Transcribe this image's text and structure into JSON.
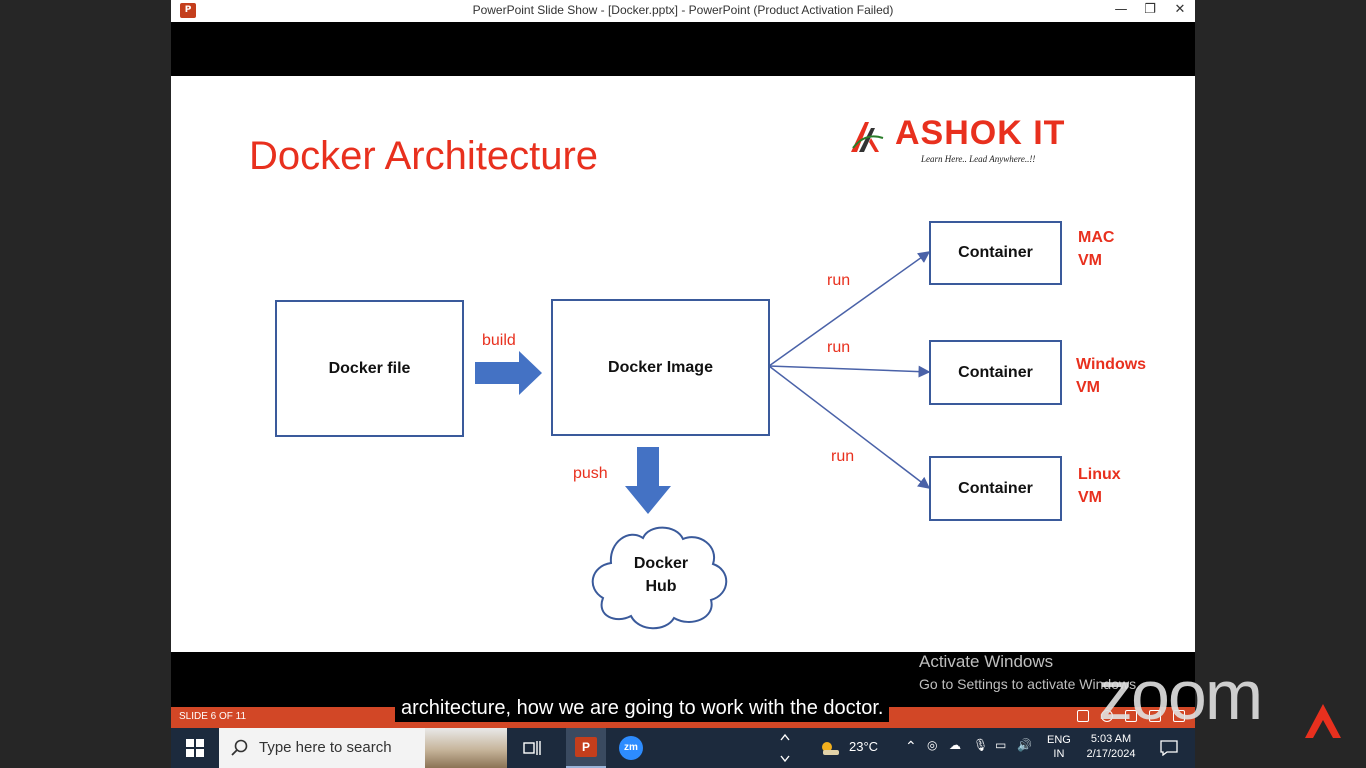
{
  "window": {
    "title": "PowerPoint Slide Show - [Docker.pptx] - PowerPoint (Product Activation Failed)",
    "app_icon_letter": "P",
    "controls": {
      "minimize": "—",
      "restore": "❐",
      "close": "✕"
    }
  },
  "slide": {
    "title": "Docker Architecture",
    "logo": {
      "name": "ASHOK IT",
      "tagline": "Learn Here.. Lead Anywhere..!!"
    },
    "diagram": {
      "docker_file": "Docker file",
      "build_label": "build",
      "docker_image": "Docker Image",
      "push_label": "push",
      "hub_line1": "Docker",
      "hub_line2": "Hub",
      "run_label": "run",
      "containers": [
        {
          "label": "Container",
          "vm_line1": "MAC",
          "vm_line2": "VM"
        },
        {
          "label": "Container",
          "vm_line1": "Windows",
          "vm_line2": "VM"
        },
        {
          "label": "Container",
          "vm_line1": "Linux",
          "vm_line2": "VM"
        }
      ]
    }
  },
  "slideshow_bar": {
    "slide_counter": "SLIDE 6 OF 11"
  },
  "overlays": {
    "activate_title": "Activate Windows",
    "activate_sub": "Go to Settings to activate Windows.",
    "zoom_watermark": "zoom",
    "caption": "architecture, how we are going to work with the doctor."
  },
  "taskbar": {
    "search_placeholder": "Type here to search",
    "zoom_label": "zm",
    "ppt_label": "P",
    "temperature": "23°C",
    "language_line1": "ENG",
    "language_line2": "IN",
    "time": "5:03 AM",
    "date": "2/17/2024"
  },
  "colors": {
    "accent_red": "#e8301e",
    "box_border": "#3a5a9b",
    "arrow_blue": "#4472c4",
    "taskbar": "#1c2a3d"
  }
}
